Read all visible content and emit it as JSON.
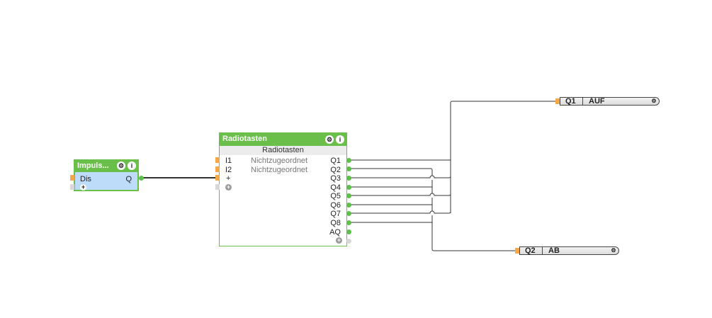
{
  "blocks": {
    "impuls": {
      "title": "Impuls...",
      "inputs": [
        {
          "label": "Dis"
        }
      ],
      "add_input": "+",
      "outputs": [
        {
          "label": "Q"
        }
      ],
      "header_color": "#6abf4b",
      "body_color": "#bcdcfa"
    },
    "radiotasten": {
      "title": "Radiotasten",
      "subtitle": "Radiotasten",
      "inputs": [
        {
          "label": "I1",
          "value": "Nichtzugeordnet"
        },
        {
          "label": "I2",
          "value": "Nichtzugeordnet"
        },
        {
          "label": "+"
        }
      ],
      "outputs": [
        {
          "label": "Q1"
        },
        {
          "label": "Q2"
        },
        {
          "label": "Q3"
        },
        {
          "label": "Q4"
        },
        {
          "label": "Q5"
        },
        {
          "label": "Q6"
        },
        {
          "label": "Q7"
        },
        {
          "label": "Q8"
        },
        {
          "label": "AQ"
        }
      ],
      "header_color": "#6abf4b"
    },
    "out_q1": {
      "name": "Q1",
      "text": "AUF"
    },
    "out_q2": {
      "name": "Q2",
      "text": "AB"
    }
  },
  "icons": {
    "settings": "⚙",
    "info": "i",
    "plus": "+"
  },
  "connections": [
    {
      "from": "Impuls.Q",
      "to": "Radiotasten.+"
    },
    {
      "from": "Radiotasten.Q1",
      "to": "Q1 AUF"
    },
    {
      "from": "Radiotasten.Q3",
      "to": "Q1 AUF"
    },
    {
      "from": "Radiotasten.Q5",
      "to": "Q1 AUF"
    },
    {
      "from": "Radiotasten.Q7",
      "to": "Q1 AUF"
    },
    {
      "from": "Radiotasten.Q2",
      "to": "Q2 AB"
    },
    {
      "from": "Radiotasten.Q4",
      "to": "Q2 AB"
    },
    {
      "from": "Radiotasten.Q6",
      "to": "Q2 AB"
    },
    {
      "from": "Radiotasten.Q8",
      "to": "Q2 AB"
    }
  ],
  "colors": {
    "wire": "#333333",
    "pin_in": "#f4a84a",
    "pin_out": "#5cc04a",
    "block_border": "#6abf4b"
  }
}
